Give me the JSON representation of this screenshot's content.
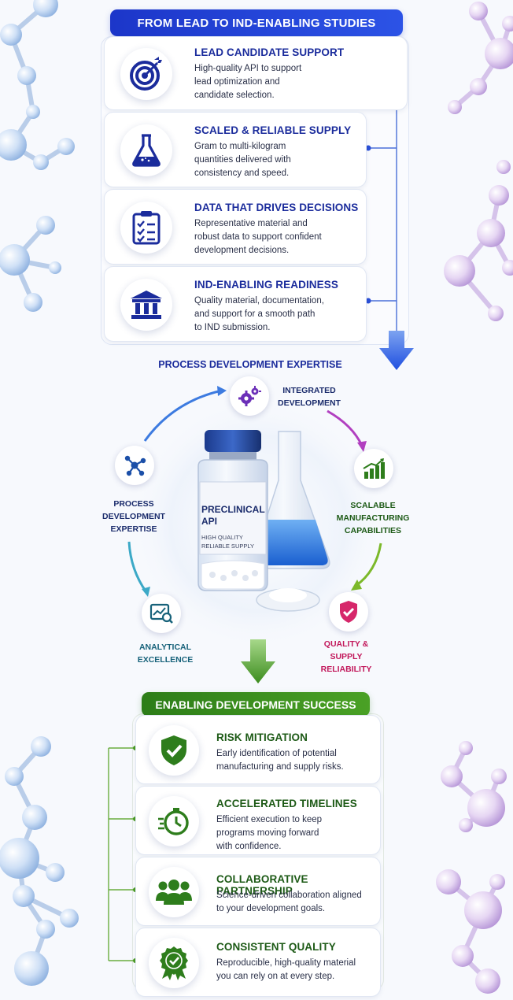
{
  "top": {
    "banner": "FROM LEAD TO IND-ENABLING STUDIES",
    "cards": [
      {
        "icon": "target-icon",
        "title": "LEAD CANDIDATE SUPPORT",
        "lines": [
          "High-quality API to support",
          "lead optimization and",
          "candidate selection."
        ]
      },
      {
        "icon": "flask-icon",
        "title": "SCALED & RELIABLE SUPPLY",
        "lines": [
          "Gram to multi-kilogram",
          "quantities delivered with",
          "consistency and speed."
        ]
      },
      {
        "icon": "checklist-icon",
        "title": "DATA THAT DRIVES DECISIONS",
        "lines": [
          "Representative material and",
          "robust data to support confident",
          "development decisions."
        ]
      },
      {
        "icon": "institution-icon",
        "title": "IND-ENABLING READINESS",
        "lines": [
          "Quality material, documentation,",
          "and support for a smooth path",
          "to IND submission."
        ]
      }
    ]
  },
  "middle": {
    "title": "PROCESS DEVELOPMENT EXPERTISE",
    "vial_label": {
      "line1": "PRECLINICAL",
      "line2": "API",
      "sub1": "HIGH QUALITY",
      "sub2": "RELIABLE SUPPLY"
    },
    "cycle": {
      "integrated": {
        "icon": "gears-icon",
        "line1": "INTEGRATED",
        "line2": "DEVELOPMENT"
      },
      "scalable": {
        "icon": "growth-chart-icon",
        "line1": "SCALABLE",
        "line2": "MANUFACTURING",
        "line3": "CAPABILITIES"
      },
      "quality": {
        "icon": "shield-check-icon",
        "line1": "QUALITY &",
        "line2": "SUPPLY",
        "line3": "RELIABILITY"
      },
      "analytical": {
        "icon": "analytics-icon",
        "line1": "ANALYTICAL",
        "line2": "EXCELLENCE"
      },
      "process": {
        "icon": "molecule-icon",
        "line1": "PROCESS",
        "line2": "DEVELOPMENT",
        "line3": "EXPERTISE"
      }
    },
    "colors": {
      "blue": "#1b2c9c",
      "purple": "#6b2fb8",
      "green": "#2e7d1c",
      "pink": "#d6276a",
      "teal": "#17627a"
    }
  },
  "bottom": {
    "banner": "ENABLING DEVELOPMENT SUCCESS",
    "cards": [
      {
        "icon": "shield-check-icon",
        "title": "RISK MITIGATION",
        "lines": [
          "Early identification of potential",
          "manufacturing and supply risks."
        ]
      },
      {
        "icon": "stopwatch-icon",
        "title": "ACCELERATED TIMELINES",
        "lines": [
          "Efficient execution to keep",
          "programs moving forward",
          "with confidence."
        ]
      },
      {
        "icon": "team-icon",
        "title": "COLLABORATIVE PARTNERSHIP",
        "lines": [
          "Science-driven collaboration aligned",
          "to your development goals."
        ]
      },
      {
        "icon": "quality-badge-icon",
        "title": "CONSISTENT QUALITY",
        "lines": [
          "Reproducible, high-quality material",
          "you can rely on at every step."
        ]
      }
    ]
  }
}
